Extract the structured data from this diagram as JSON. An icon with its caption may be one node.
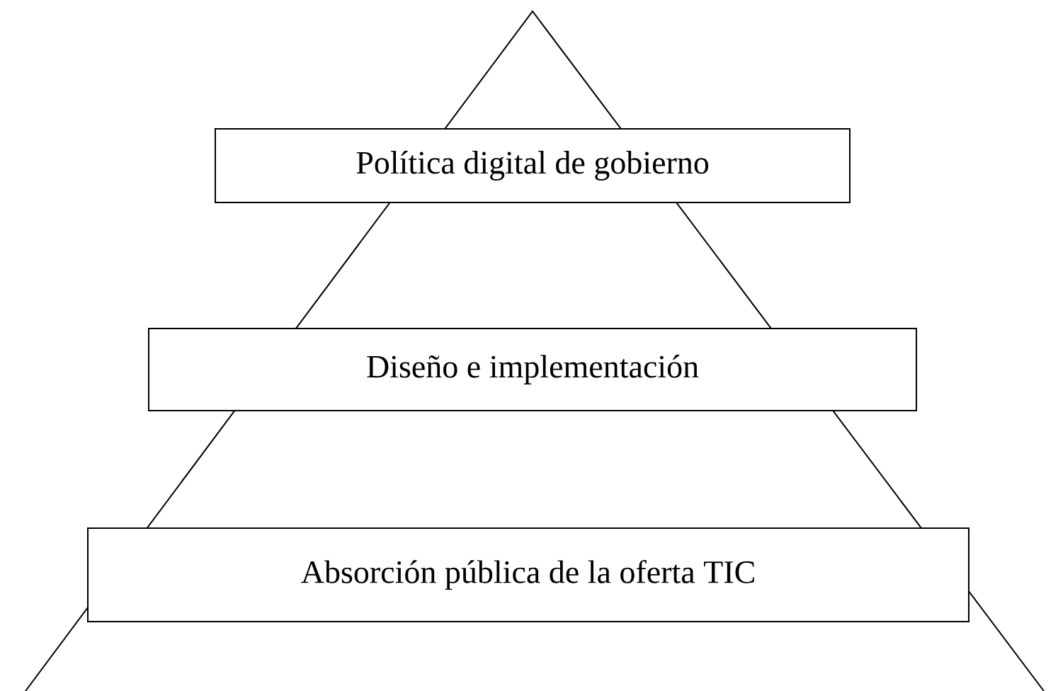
{
  "diagram": {
    "nodes": [
      {
        "text": [
          "Política digital de gobierno"
        ]
      },
      {
        "text": [
          "Diseño e implementación"
        ]
      },
      {
        "text": [
          "Absorción pública de la oferta TIC"
        ]
      }
    ]
  }
}
